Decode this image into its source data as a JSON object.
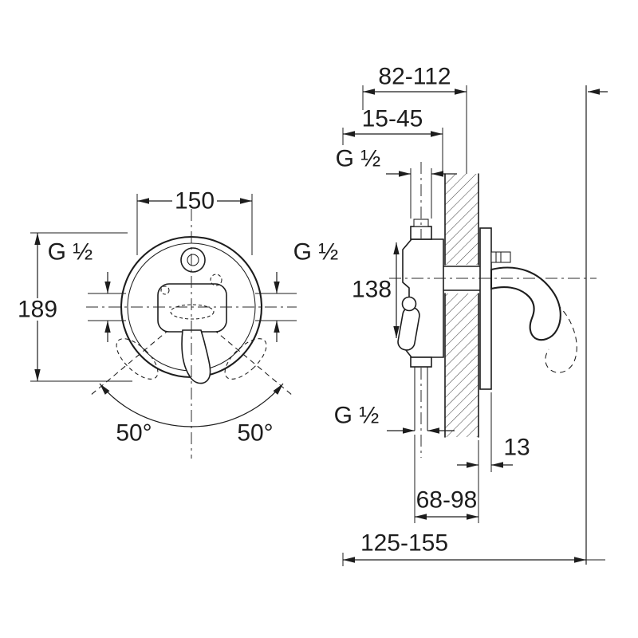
{
  "colors": {
    "line": "#1d1d1d",
    "background": "#ffffff"
  },
  "front_view": {
    "plate_diameter": "150",
    "overall_height": "189",
    "thread_left": "G ½",
    "thread_right": "G ½",
    "swing_angle_left": "50°",
    "swing_angle_right": "50°"
  },
  "side_view": {
    "rough_in_depth_range": "82-112",
    "finish_depth_range": "15-45",
    "thread_top": "G ½",
    "port_distance": "138",
    "thread_bottom": "G ½",
    "plate_to_wall": "13",
    "outlet_depth_range": "68-98",
    "overall_depth_range": "125-155"
  }
}
